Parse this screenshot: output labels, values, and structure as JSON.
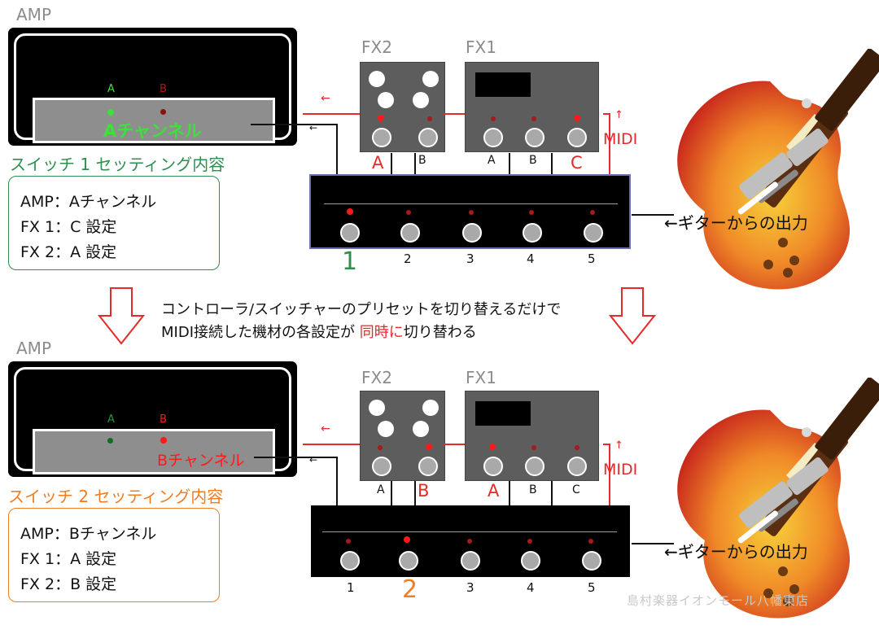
{
  "colors": {
    "red": "#e52a2a",
    "green": "#2f8f4e",
    "bright_green": "#3ee03a",
    "orange": "#f07d22",
    "controller_border_top": "#6b6fb8"
  },
  "top": {
    "amp_title": "AMP",
    "channel_a_label": "A",
    "channel_b_label": "B",
    "channel_text": "Aチャンネル",
    "fx2_title": "FX2",
    "fx1_title": "FX1",
    "fx2_switch_labels": [
      "A",
      "B"
    ],
    "fx1_switch_labels": [
      "A",
      "B",
      "C"
    ],
    "midi": "MIDI",
    "guitar_output": "←ギターからの出力",
    "switch_numbers": [
      "1",
      "2",
      "3",
      "4",
      "5"
    ],
    "active_switch": "1",
    "setting_title": "スイッチ 1 セッティング内容",
    "settings": [
      "AMP：Aチャンネル",
      "FX 1：C 設定",
      "FX 2：A 設定"
    ]
  },
  "middle": {
    "line1": "コントローラ/スイッチャーのプリセットを切り替えるだけで",
    "line2_prefix": "MIDI接続した機材の各設定が",
    "line2_highlight": "同時に",
    "line2_suffix": "切り替わる"
  },
  "bottom": {
    "amp_title": "AMP",
    "channel_a_label": "A",
    "channel_b_label": "B",
    "channel_text": "Bチャンネル",
    "fx2_title": "FX2",
    "fx1_title": "FX1",
    "fx2_switch_labels": [
      "A",
      "B"
    ],
    "fx1_switch_labels": [
      "A",
      "B",
      "C"
    ],
    "midi": "MIDI",
    "guitar_output": "←ギターからの出力",
    "switch_numbers": [
      "1",
      "2",
      "3",
      "4",
      "5"
    ],
    "active_switch": "2",
    "setting_title": "スイッチ 2 セッティング内容",
    "settings": [
      "AMP：Bチャンネル",
      "FX 1：A 設定",
      "FX 2：B 設定"
    ]
  },
  "watermark": "島村楽器イオンモール八幡東店"
}
